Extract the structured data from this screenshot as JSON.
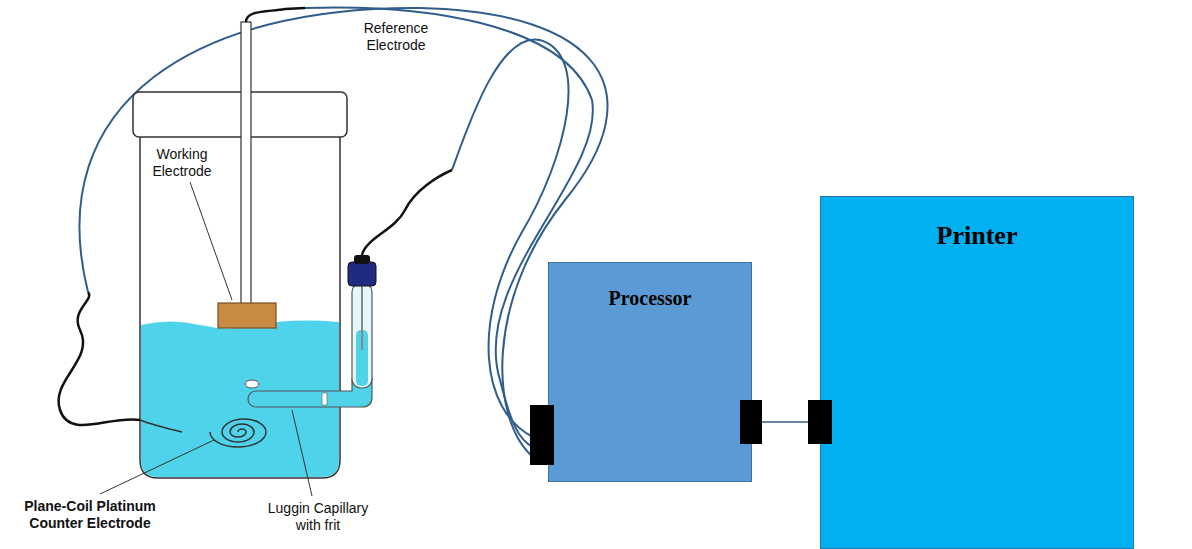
{
  "diagram": {
    "nodes": [
      {
        "text": [
          "Processor"
        ]
      },
      {
        "text": [
          "Printer"
        ]
      }
    ],
    "edges": [
      {
        "from": 0,
        "to": 1,
        "arrow": "none"
      }
    ],
    "labels": [
      "Working Electrode",
      "Reference Electrode",
      "Plane-Coil Platinum Counter Electrode",
      "Luggin Capillary with frit"
    ]
  }
}
